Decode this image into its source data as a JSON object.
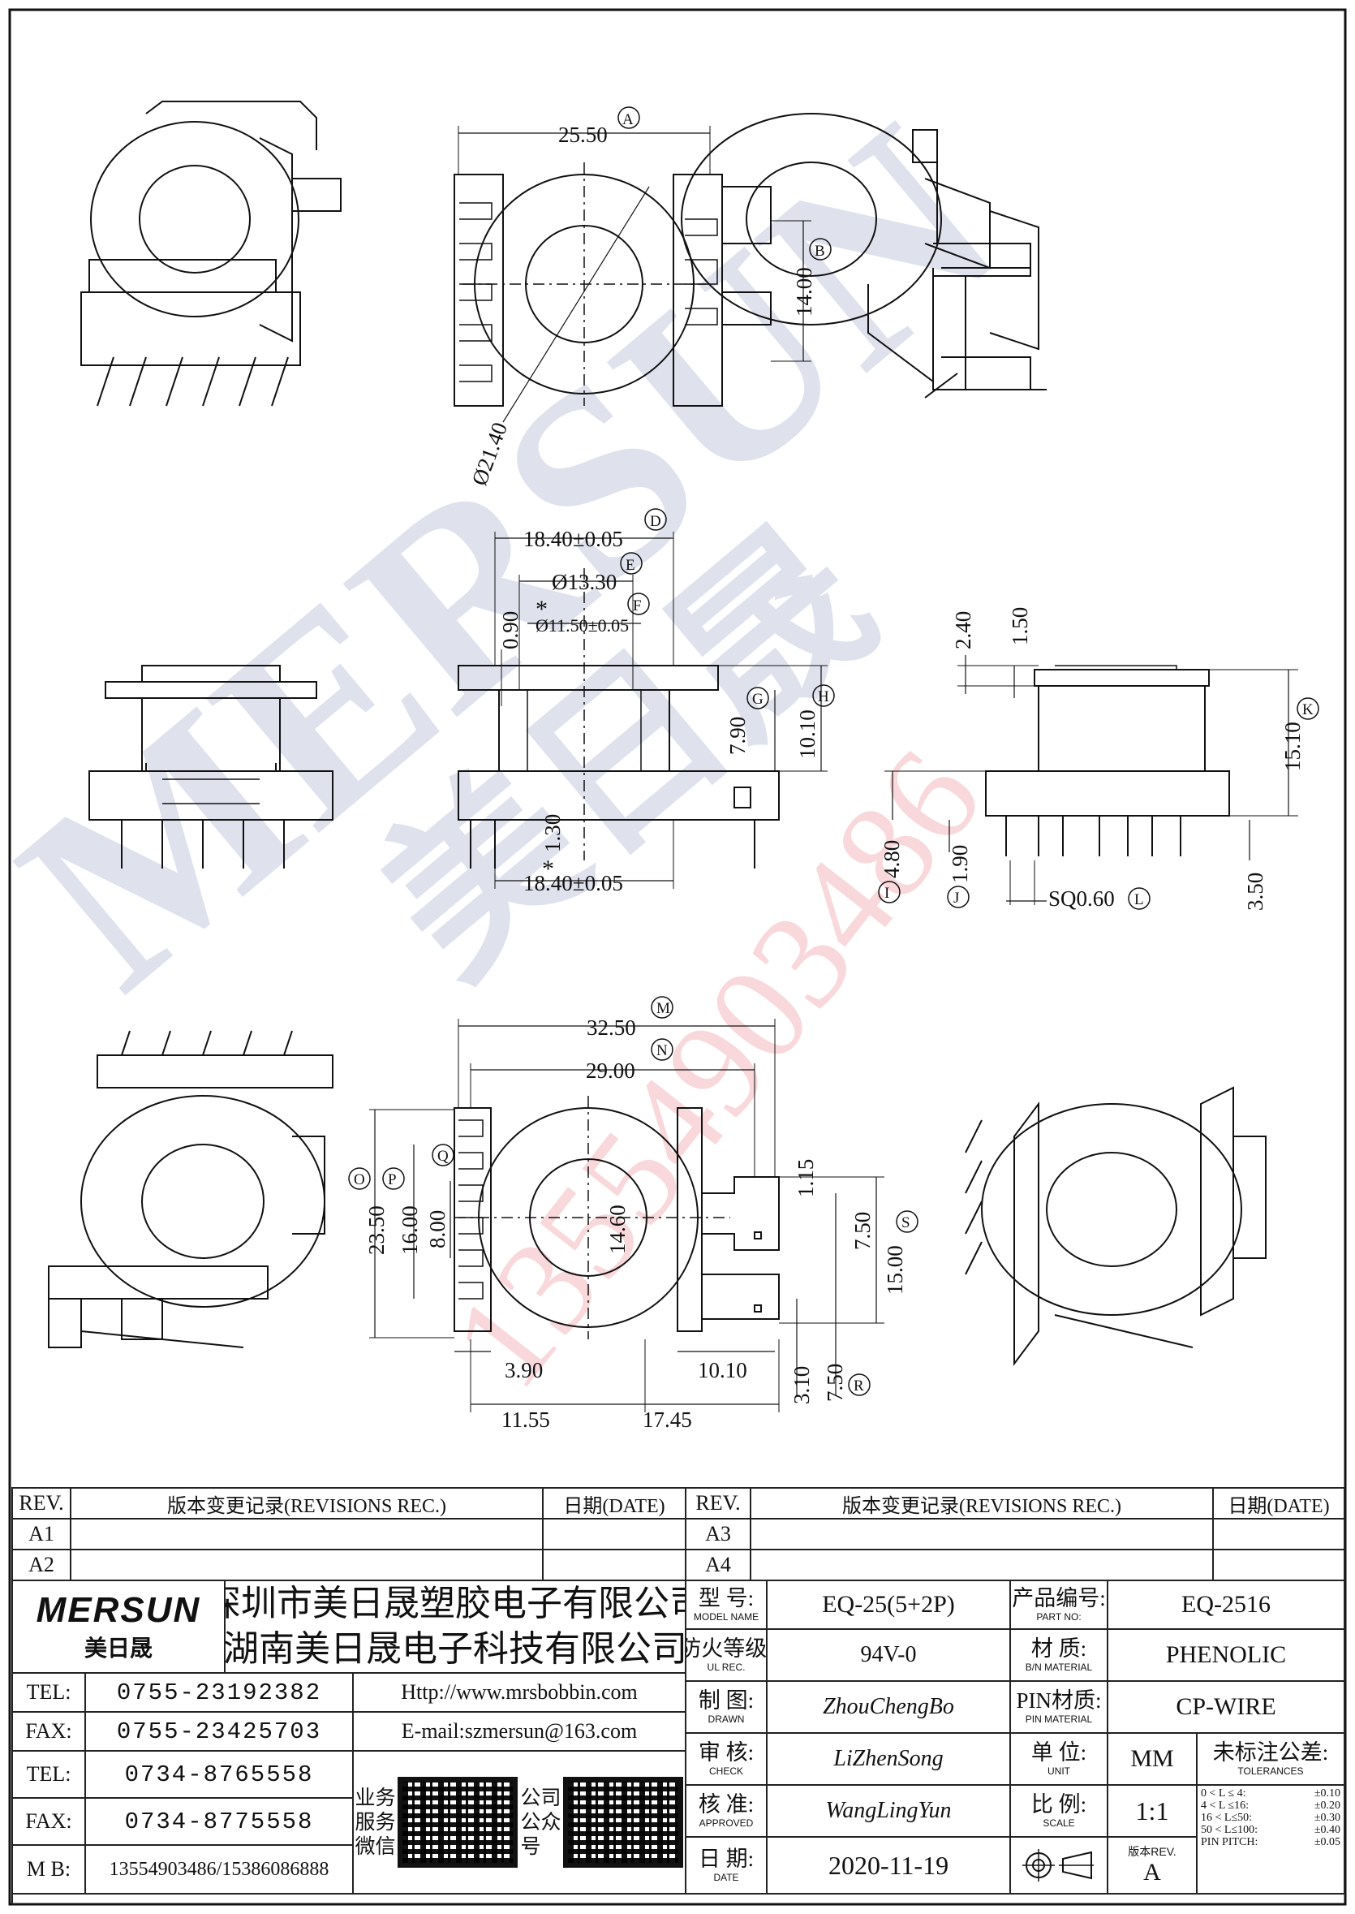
{
  "watermark": {
    "brand": "MERSUN",
    "brand_cn": "美日晟",
    "phone": "13554903486"
  },
  "views": {
    "top": {
      "d_width": "25.50",
      "tag_width": "A",
      "d_pins": "14.00",
      "tag_pins": "B",
      "d_dia": "Ø21.40"
    },
    "side": {
      "d_flange_top": "18.40±0.05",
      "tag_flange_top": "D",
      "d_inner": "Ø13.30",
      "tag_inner": "E",
      "d_core": "Ø11.50±0.05",
      "tag_core": "F",
      "star": "*",
      "d_wall": "0.90",
      "d_window": "7.90",
      "tag_window": "G",
      "d_height": "10.10",
      "tag_height": "H",
      "d_base": "1.30",
      "d_flange_bottom": "18.40±0.05"
    },
    "right": {
      "d_top1": "2.40",
      "d_top2": "1.50",
      "d_total": "15.10",
      "tag_total": "K",
      "d_base": "4.80",
      "tag_base": "I",
      "d_step": "1.90",
      "tag_step": "J",
      "d_pin": "SQ0.60",
      "tag_pin": "L",
      "d_pin_len": "3.50"
    },
    "bottom": {
      "d_total": "32.50",
      "tag_total": "M",
      "d_inner": "29.00",
      "tag_inner": "N",
      "d_height": "23.50",
      "tag_height": "O",
      "d_16": "16.00",
      "tag_16": "P",
      "d_8": "8.00",
      "tag_8": "Q",
      "d_core": "14.60",
      "d_115": "1.15",
      "d_75": "7.50",
      "tag_75": "S",
      "d_15": "15.00",
      "d_390": "3.90",
      "d_1010": "10.10",
      "d_310": "3.10",
      "d_750b": "7.50",
      "tag_750b": "R",
      "d_1155": "11.55",
      "d_1745": "17.45"
    }
  },
  "title_block": {
    "rev_head": "REV.",
    "rev_rec_head": "版本变更记录(REVISIONS REC.)",
    "date_head": "日期(DATE)",
    "rev_rows": [
      "A1",
      "A2"
    ],
    "rev_rows_right": [
      "A3",
      "A4"
    ],
    "logo_text": "MERSUN",
    "logo_cn": "美日晟",
    "company_1": "深圳市美日晟塑胶电子有限公司",
    "company_2": "湖南美日晟电子科技有限公司",
    "tel_label": "TEL:",
    "fax_label": "FAX:",
    "mb_label": "M B:",
    "tel_1": "0755-23192382",
    "fax_1": "0755-23425703",
    "tel_2": "0734-8765558",
    "fax_2": "0734-8775558",
    "mobile": "13554903486/15386086888",
    "website": "Http://www.mrsbobbin.com",
    "email": "E-mail:szmersun@163.com",
    "qr1_label": [
      "业务",
      "服务",
      "微信"
    ],
    "qr2_label": [
      "公司",
      "公众",
      "号"
    ],
    "model_cn": "型 号:",
    "model_en": "MODEL NAME",
    "model_value": "EQ-25(5+2P)",
    "partno_cn": "产品编号:",
    "partno_en": "PART NO:",
    "partno_value": "EQ-2516",
    "ul_cn": "防火等级:",
    "ul_en": "UL REC.",
    "ul_value": "94V-0",
    "mat_cn": "材 质:",
    "mat_en": "B/N MATERIAL",
    "mat_value": "PHENOLIC",
    "drawn_cn": "制 图:",
    "drawn_en": "DRAWN",
    "drawn_value": "ZhouChengBo",
    "pin_cn": "PIN材质:",
    "pin_en": "PIN MATERIAL",
    "pin_value": "CP-WIRE",
    "check_cn": "审 核:",
    "check_en": "CHECK",
    "check_value": "LiZhenSong",
    "unit_cn": "单 位:",
    "unit_en": "UNIT",
    "unit_value": "MM",
    "approved_cn": "核 准:",
    "approved_en": "APPROVED",
    "approved_value": "WangLingYun",
    "scale_cn": "比 例:",
    "scale_en": "SCALE",
    "scale_value": "1:1",
    "date_cn": "日 期:",
    "date_en": "DATE",
    "date_value": "2020-11-19",
    "rev_label": "版本REV.",
    "rev_value": "A",
    "tol_cn": "未标注公差:",
    "tol_en": "TOLERANCES",
    "tolerances": [
      {
        "range": "0 < L ≤ 4:",
        "value": "±0.10"
      },
      {
        "range": "4 < L ≤16:",
        "value": "±0.20"
      },
      {
        "range": "16 < L≤50:",
        "value": "±0.30"
      },
      {
        "range": "50 < L≤100:",
        "value": "±0.40"
      },
      {
        "range": "PIN PITCH:",
        "value": "±0.05"
      }
    ]
  }
}
